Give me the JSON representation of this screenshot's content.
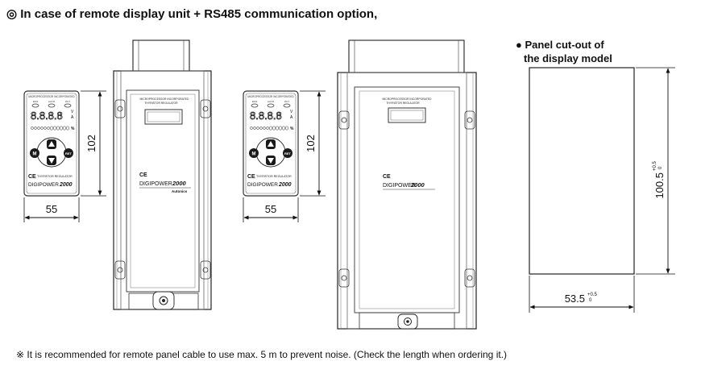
{
  "heading": "◎ In case of remote display unit + RS485 communication option,",
  "footnote": "※ It is recommended for remote panel cable to use max. 5 m to prevent noise. (Check the length when ordering it.)",
  "cutout": {
    "title_line1": "● Panel cut-out of",
    "title_line2": "the display model",
    "height_value": "100.5",
    "height_tol_plus": "+0.5",
    "height_tol_minus": "0",
    "width_value": "53.5",
    "width_tol_plus": "+0.5",
    "width_tol_minus": "0"
  },
  "display_unit": {
    "header": "MICROPROCESSOR INCORPORATED",
    "leds": [
      "RUN",
      "AUTO",
      "OUT"
    ],
    "segments": "8.8.8.8",
    "unit_v": "V",
    "unit_a": "A",
    "percent": "%",
    "btn_m": "M",
    "btn_ret": "RET",
    "ce": "CE",
    "sub_label": "THYRISTOR REGULATOR",
    "brand": "DIGIPOWER",
    "model": "2000",
    "height_dim": "102",
    "width_dim": "55"
  },
  "regulator": {
    "header_line1": "MICROPROCESSOR INCORPORATED",
    "header_line2": "THYRISTOR REGULATOR",
    "ce": "CE",
    "brand": "DIGIPOWER",
    "model": "2000",
    "maker": "Autonics"
  }
}
